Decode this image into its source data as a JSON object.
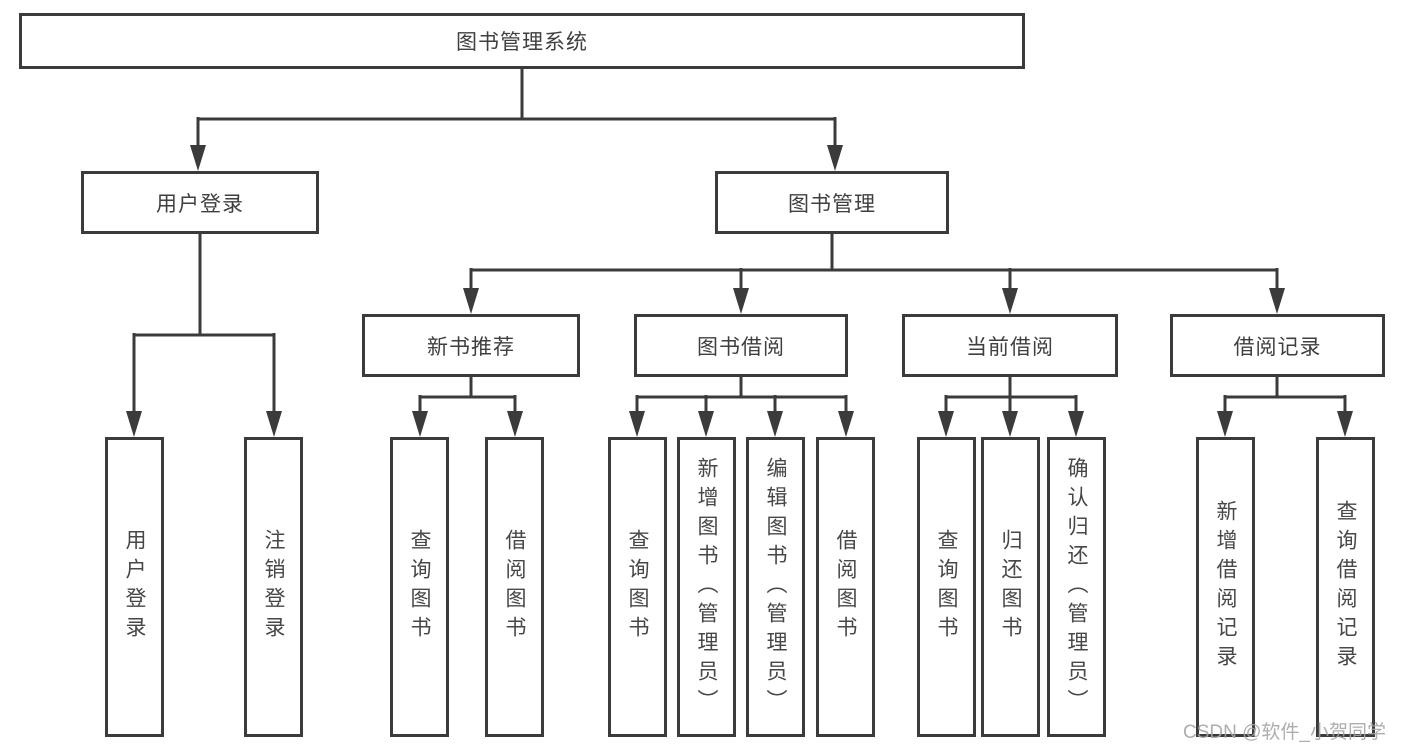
{
  "diagram_title": "图书管理系统",
  "tree": {
    "root": {
      "label": "图书管理系统"
    },
    "branches": [
      {
        "label": "用户登录",
        "leaves": [
          "用户登录",
          "注销登录"
        ]
      },
      {
        "label": "图书管理",
        "groups": [
          {
            "label": "新书推荐",
            "leaves": [
              "查询图书",
              "借阅图书"
            ]
          },
          {
            "label": "图书借阅",
            "leaves": [
              "查询图书",
              "新增图书（管理员）",
              "编辑图书（管理员）",
              "借阅图书"
            ]
          },
          {
            "label": "当前借阅",
            "leaves": [
              "查询图书",
              "归还图书",
              "确认归还（管理员）"
            ]
          },
          {
            "label": "借阅记录",
            "leaves": [
              "新增借阅记录",
              "查询借阅记录"
            ]
          }
        ]
      }
    ]
  },
  "watermark": "CSDN @软件_小贺同学",
  "colors": {
    "line": "#3b3b3b",
    "box_border": "#3b3b3b",
    "box_background": "#ffffff",
    "text": "#3f3f3f",
    "watermark": "#a5a5a5"
  }
}
